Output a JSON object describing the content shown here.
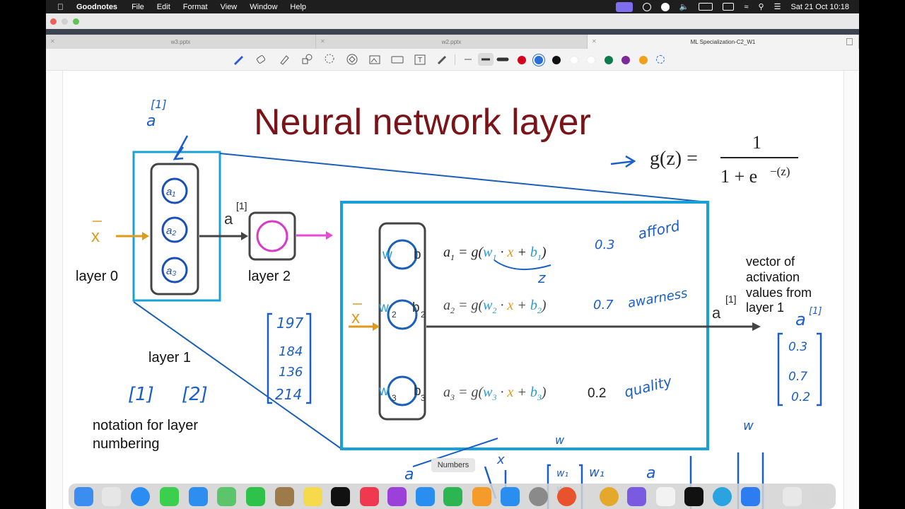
{
  "menubar": {
    "app_name": "Goodnotes",
    "menus": [
      "File",
      "Edit",
      "Format",
      "View",
      "Window",
      "Help"
    ],
    "clock": "Sat 21 Oct  10:18"
  },
  "tabs": [
    {
      "label": "w3.pptx",
      "active": false
    },
    {
      "label": "w2.pptx",
      "active": false
    },
    {
      "label": "ML Specialization-C2_W1",
      "active": true
    }
  ],
  "toolbar": {
    "tools": [
      "pen-icon",
      "eraser-icon",
      "highlighter-icon",
      "shapes-icon",
      "lasso-icon",
      "sticker-icon",
      "image-icon",
      "keyboard-icon",
      "text-icon",
      "laser-icon"
    ],
    "colors": [
      "#d6001c",
      "#2a6fd6",
      "#111111",
      "#ffffff",
      "#ffffff",
      "#0f7a4e",
      "#7b2a99",
      "#f0a11c"
    ]
  },
  "slide": {
    "title": "Neural network layer",
    "formula": {
      "lhs": "g(z) =",
      "numerator": "1",
      "denominator": "1 + e"
    },
    "x_vec": "x",
    "a_vec": "a",
    "layer0": "layer 0",
    "layer1": "layer 1",
    "layer2": "layer 2",
    "notation": [
      "notation for layer",
      "numbering"
    ],
    "vector_text": [
      "vector of",
      "activation",
      "values from",
      "layer 1"
    ],
    "rows": [
      {
        "wl": "w",
        "ws": "1",
        "bl": "b",
        "bs": "1",
        "eq_a": "a",
        "eq_s": "1",
        "eq_w": "w",
        "eq_ws": "1",
        "eq_b": "b",
        "eq_bs": "1"
      },
      {
        "wl": "w",
        "ws": "2",
        "bl": "b",
        "bs": "2",
        "eq_a": "a",
        "eq_s": "2",
        "eq_w": "w",
        "eq_ws": "2",
        "eq_b": "b",
        "eq_bs": "2"
      },
      {
        "wl": "w",
        "ws": "3",
        "bl": "b",
        "bs": "3",
        "eq_a": "a",
        "eq_s": "3",
        "eq_w": "w",
        "eq_ws": "3",
        "eq_b": "b",
        "eq_bs": "3"
      }
    ]
  },
  "handwriting": {
    "top_label": "[1]",
    "a_label": "a",
    "inputs": [
      "197",
      "184",
      "136",
      "214"
    ],
    "outputs": [
      "0.3",
      "0.7",
      "0.2"
    ],
    "row_values": [
      "0.3",
      "0.7",
      "0.2"
    ],
    "row_words": [
      "afford",
      "awarness",
      "quality"
    ],
    "bracket_1": "[1]",
    "bracket_2": "[2]",
    "z_note": "z"
  },
  "dock": {
    "tooltip": "Numbers",
    "apps": [
      "Finder",
      "Launchpad",
      "Safari",
      "Messages",
      "Mail",
      "Maps",
      "FaceTime",
      "Notes-brown",
      "Notes",
      "Apple TV",
      "Music",
      "Podcasts",
      "Keynote",
      "Numbers",
      "Pages",
      "App Store",
      "System Settings",
      "Firefox",
      "Chrome",
      "Viber",
      "Goodnotes",
      "Terminal",
      "Telegram",
      "Zoom",
      "Downloads",
      "Trash"
    ]
  }
}
